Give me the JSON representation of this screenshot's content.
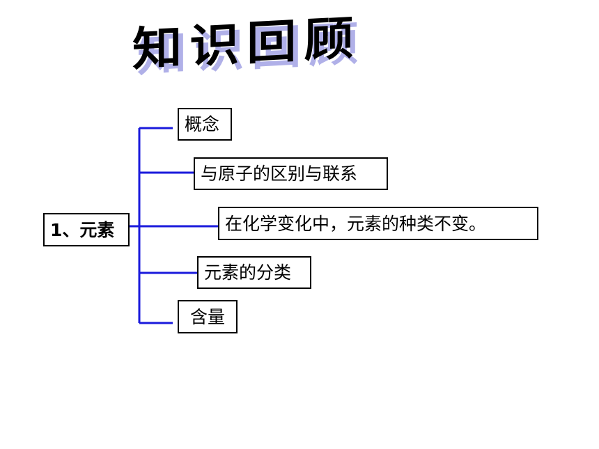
{
  "title": "知识回顾",
  "root": {
    "label": "1、元素"
  },
  "branches": [
    {
      "label": "概念"
    },
    {
      "label": "与原子的区别与联系"
    },
    {
      "label": "在化学变化中，元素的种类不变。"
    },
    {
      "label": "元素的分类"
    },
    {
      "label": " 含量"
    }
  ],
  "colors": {
    "connector": "#1a1adc",
    "title_shadow": "#b0b0e8",
    "box_border": "#000000"
  }
}
